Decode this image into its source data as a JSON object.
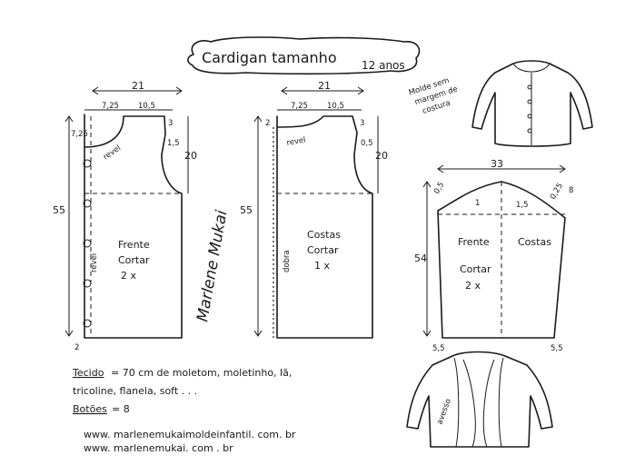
{
  "title": {
    "main": "Cardigan tamanho",
    "size": "12 anos"
  },
  "note": {
    "line1": "Molde sem",
    "line2": "margem de",
    "line3": "costura"
  },
  "front": {
    "width_total": "21",
    "neck_width": "7,25",
    "shoulder_width": "10,5",
    "shoulder_drop": "3",
    "neck_depth": "7,25",
    "armhole_offset": "1,5",
    "armhole_depth": "20",
    "length": "55",
    "hem_extension": "2",
    "neck_label": "revel",
    "front_label": "revel",
    "piece_name": "Frente",
    "cut_label": "Cortar",
    "cut_qty": "2 x"
  },
  "back": {
    "width_total": "21",
    "neck_width": "7,25",
    "shoulder_width": "10,5",
    "shoulder_drop": "3",
    "neck_depth": "2",
    "armhole_offset": "0,5",
    "armhole_depth": "20",
    "length": "55",
    "neck_label": "revel",
    "fold_label": "dobra",
    "piece_name": "Costas",
    "cut_label": "Cortar",
    "cut_qty": "1 x"
  },
  "sleeve": {
    "width_total": "33",
    "cap_left": "0,5",
    "cap_mid": "1",
    "cap_right": "1,5",
    "cap_right_edge": "0,25",
    "cap_height": "8",
    "length": "54",
    "hem_left": "5,5",
    "hem_right": "5,5",
    "front_label": "Frente",
    "back_label": "Costas",
    "cut_label": "Cortar",
    "cut_qty": "2 x"
  },
  "signature": "Marlene Mukai",
  "details": {
    "fabric_label": "Tecido",
    "fabric_text": "= 70 cm   de  moletom, moletinho, lã,",
    "fabric_text2": "tricoline, flanela, soft . . .",
    "buttons_label": "Botões",
    "buttons_text": "= 8"
  },
  "garment_text": "avesso",
  "websites": [
    "www. marlenemukaimoldeinfantil. com. br",
    "www. marlenemukai. com . br"
  ]
}
